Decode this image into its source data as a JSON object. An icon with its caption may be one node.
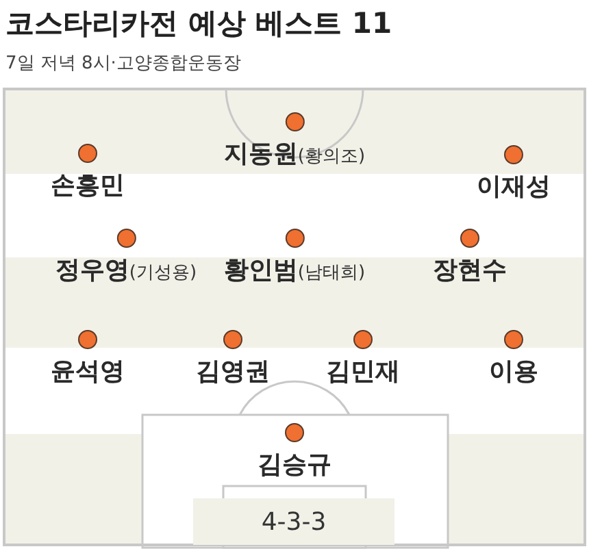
{
  "diagram": {
    "title": "코스타리카전 예상 베스트 11",
    "caption": "7일 저녁 8시·고양종합운동장",
    "nodes": [
      {
        "text": [
          "지동원"
        ],
        "beside": [
          "(황의조)"
        ]
      },
      {
        "text": [
          "손흥민"
        ]
      },
      {
        "text": [
          "이재성"
        ]
      },
      {
        "text": [
          "정우영"
        ],
        "beside": [
          "(기성용)"
        ]
      },
      {
        "text": [
          "황인범"
        ],
        "beside": [
          "(남태희)"
        ]
      },
      {
        "text": [
          "장현수"
        ]
      },
      {
        "text": [
          "윤석영"
        ]
      },
      {
        "text": [
          "김영권"
        ]
      },
      {
        "text": [
          "김민재"
        ]
      },
      {
        "text": [
          "이용"
        ]
      },
      {
        "text": [
          "김승규"
        ]
      },
      {
        "text": [
          "4-3-3"
        ]
      }
    ]
  }
}
